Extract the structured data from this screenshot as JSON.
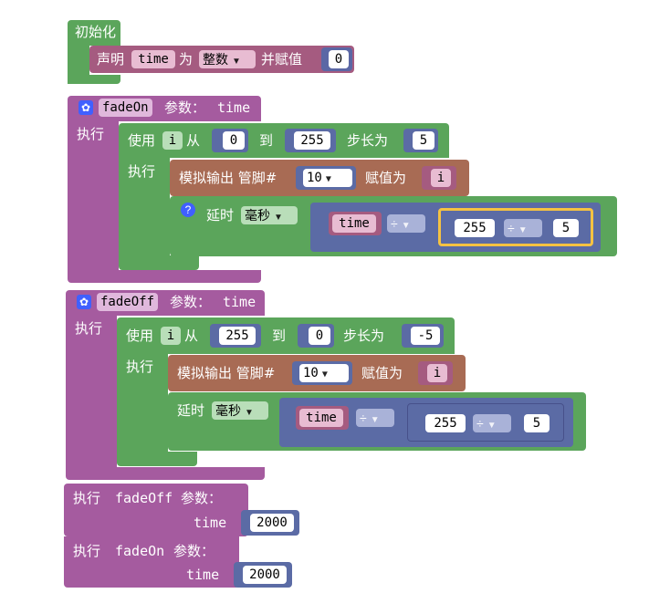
{
  "setup": {
    "title": "初始化",
    "declare_label": "声明",
    "var_name": "time",
    "as_label": "为",
    "type_label": "整数",
    "assign_label": "并赋值",
    "init_value": "0"
  },
  "fade_on": {
    "func_name": "fadeOn",
    "params_label": "参数：",
    "param": "time",
    "exec_label": "执行",
    "loop": {
      "use_label": "使用",
      "var": "i",
      "from_label": "从",
      "from": "0",
      "to_label": "到",
      "to": "255",
      "step_label": "步长为",
      "step": "5",
      "exec_label": "执行"
    },
    "analog": {
      "label": "模拟输出 管脚#",
      "pin": "10",
      "assign_label": "赋值为",
      "value_var": "i"
    },
    "delay": {
      "label": "延时",
      "unit": "毫秒",
      "var": "time",
      "op1": "÷",
      "num": "255",
      "op2": "÷",
      "den": "5"
    }
  },
  "fade_off": {
    "func_name": "fadeOff",
    "params_label": "参数：",
    "param": "time",
    "exec_label": "执行",
    "loop": {
      "use_label": "使用",
      "var": "i",
      "from_label": "从",
      "from": "255",
      "to_label": "到",
      "to": "0",
      "step_label": "步长为",
      "step": "-5",
      "exec_label": "执行"
    },
    "analog": {
      "label": "模拟输出 管脚#",
      "pin": "10",
      "assign_label": "赋值为",
      "value_var": "i"
    },
    "delay": {
      "label": "延时",
      "unit": "毫秒",
      "var": "time",
      "op1": "÷",
      "num": "255",
      "op2": "÷",
      "den": "5"
    }
  },
  "calls": [
    {
      "exec_label": "执行",
      "func_name": "fadeOff",
      "params_label": "参数：",
      "param": "time",
      "value": "2000"
    },
    {
      "exec_label": "执行",
      "func_name": "fadeOn",
      "params_label": "参数：",
      "param": "time",
      "value": "2000"
    }
  ]
}
